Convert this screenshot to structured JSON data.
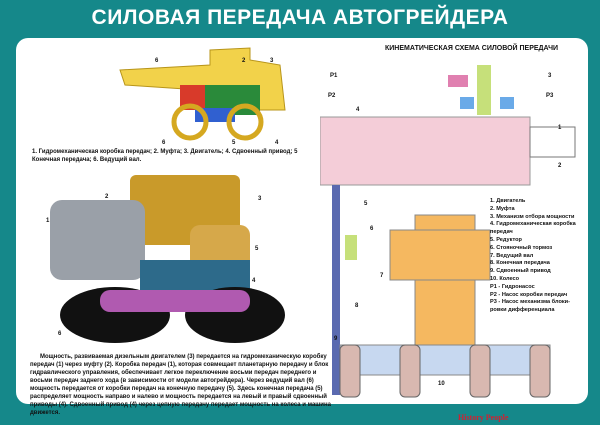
{
  "title": "СИЛОВАЯ ПЕРЕДАЧА АВТОГРЕЙДЕРА",
  "top_caption": "1. Гидромеханическая коробка передач; 2. Муфта; 3. Двигатель; 4. Сдвоенный привод; 5 Конечная передача; 6. Ведущий вал.",
  "schema_title": "КИНЕМАТИЧЕСКАЯ СХЕМА СИЛОВОЙ ПЕРЕДАЧИ",
  "legend": [
    "1. Двигатель",
    "2. Муфта",
    "3. Механизм отбора мощности",
    "4. Гидромеханическая коробка",
    "передач",
    "5. Редуктор",
    "6. Стояночный тормоз",
    "7. Ведущий вал",
    "8. Конечная передача",
    "9. Сдвоенный привод",
    "10. Колесо",
    "Р1  - Гидронасос",
    "Р2  - Насос коробки передач",
    "Р3  - Насос механизма блоки-",
    "ровки дифференциала"
  ],
  "description": "Мощность, развиваемая дизельным двигателем (3) передается на гидромеханическую коробку передач (1) через муфту (2). Коробка передач (1), которая совмещает планетарную передачу и блок гидравлического управления, обеспечивает легкое переключение восьми передач переднего и восьми передач заднего хода (в зависимости от модели автогрейдера). Через ведущий вал (6) мощность передается от коробки передач на конечную передачу (5). Здесь конечная передача (5) распределяет мощность направо и налево и мощность передается на левый и правый сдвоенный приводы (4). Сдвоенный привод (4) через цепную передачу передает мощность на колеса и машина движется.",
  "footer": {
    "brand": "History People"
  },
  "labels": {
    "n1": "1",
    "n2": "2",
    "n3": "3",
    "n4": "4",
    "n5": "5",
    "n6": "6",
    "n7": "7",
    "n8": "8",
    "n9": "9",
    "n10": "10",
    "p1": "Р1",
    "p2": "Р2",
    "p3": "Р3"
  }
}
